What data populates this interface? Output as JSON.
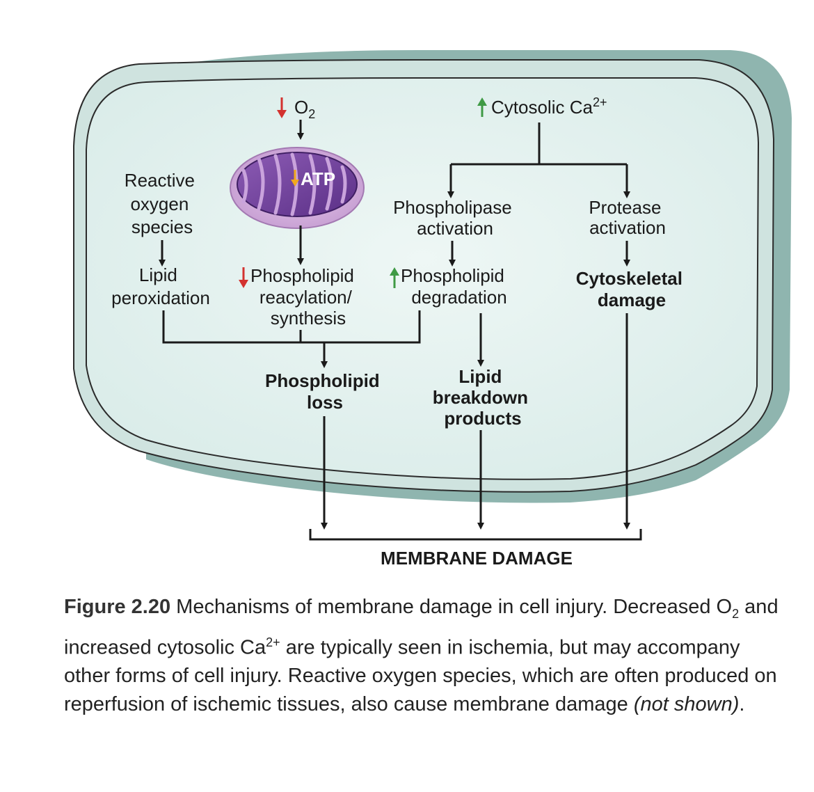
{
  "diagram": {
    "o2": {
      "text": "O",
      "sub": "2"
    },
    "ca": {
      "text": "Cytosolic Ca",
      "sup": "2+"
    },
    "atp": "ATP",
    "ros": [
      "Reactive",
      "oxygen",
      "species"
    ],
    "lipid_perox": [
      "Lipid",
      "peroxidation"
    ],
    "pl_reacyl": [
      "Phospholipid",
      "reacylation/",
      "synthesis"
    ],
    "pl_degr": [
      "Phospholipid",
      "degradation"
    ],
    "phospholipase": [
      "Phospholipase",
      "activation"
    ],
    "protease": [
      "Protease",
      "activation"
    ],
    "cytoskeletal": [
      "Cytoskeletal",
      "damage"
    ],
    "pl_loss": [
      "Phospholipid",
      "loss"
    ],
    "lipid_break": [
      "Lipid",
      "breakdown",
      "products"
    ],
    "membrane_damage": "MEMBRANE DAMAGE",
    "colors": {
      "down_arrow": "#d3322f",
      "up_arrow": "#3f9a45",
      "atp_arrow": "#f1a91d",
      "cell_fill": "#e3f0ee",
      "cell_wall": "#9fc2bc",
      "mito_outer": "#c89fd0",
      "mito_inner": "#6a3f92"
    }
  },
  "caption": {
    "figure_label": "Figure 2.20",
    "text_1": " Mechanisms of membrane damage in cell injury. Decreased O",
    "sub_1": "2",
    "text_2": " and increased cytosolic Ca",
    "sup_1": "2+",
    "text_3": " are typically seen in ischemia, but may accompany other forms of cell injury. Reactive oxygen species, which are often produced on reperfusion of ischemic tissues, also cause membrane damage ",
    "not_shown": "(not shown)",
    "end": "."
  }
}
